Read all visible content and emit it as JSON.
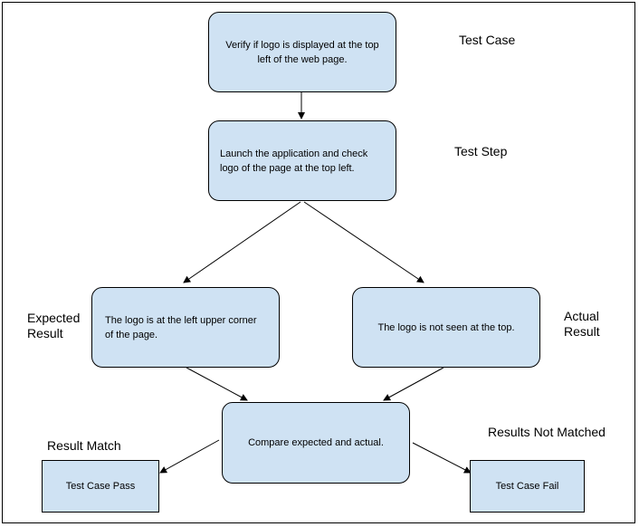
{
  "nodes": {
    "test_case_box": "Verify if logo is displayed at the top left of the web page.",
    "test_step_box": "Launch the application and check logo of the page at the top left.",
    "expected_box": "The logo is at the left upper corner of the page.",
    "actual_box": "The logo is not seen at the top.",
    "compare_box": "Compare expected and actual.",
    "pass_box": "Test Case Pass",
    "fail_box": "Test Case Fail"
  },
  "labels": {
    "test_case": "Test Case",
    "test_step": "Test Step",
    "expected_result": "Expected Result",
    "actual_result": "Actual Result",
    "result_match": "Result Match",
    "results_not_matched": "Results Not Matched"
  },
  "colors": {
    "box_fill": "#cfe2f3",
    "stroke": "#000000"
  }
}
